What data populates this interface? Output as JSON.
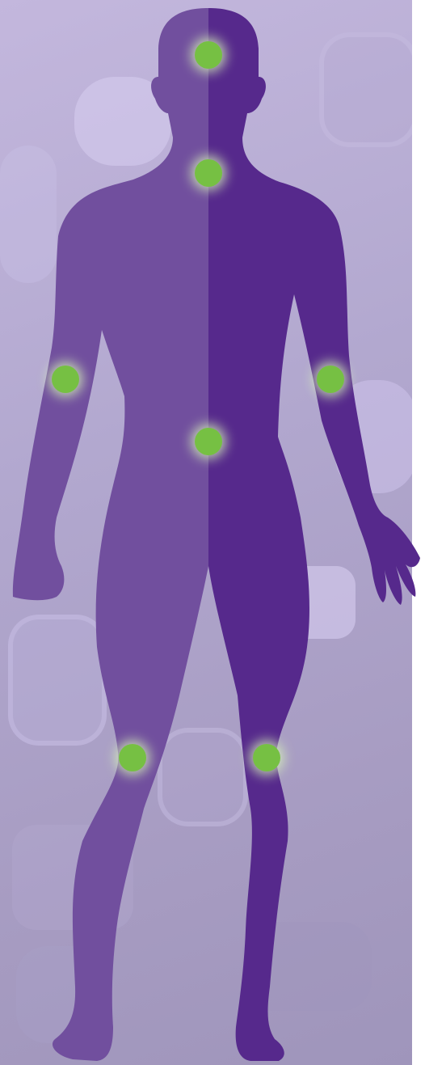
{
  "colors": {
    "background_light": "#c3b7dd",
    "background_dark": "#9f95bb",
    "figure_left": "#714f9e",
    "figure_right": "#56298c",
    "marker_fill": "#76c043",
    "marker_glow": "#d8f5b8"
  },
  "markers": [
    {
      "name": "head-marker"
    },
    {
      "name": "neck-marker"
    },
    {
      "name": "right-elbow-marker"
    },
    {
      "name": "left-elbow-marker"
    },
    {
      "name": "abdomen-marker"
    },
    {
      "name": "right-knee-marker"
    },
    {
      "name": "left-knee-marker"
    }
  ]
}
